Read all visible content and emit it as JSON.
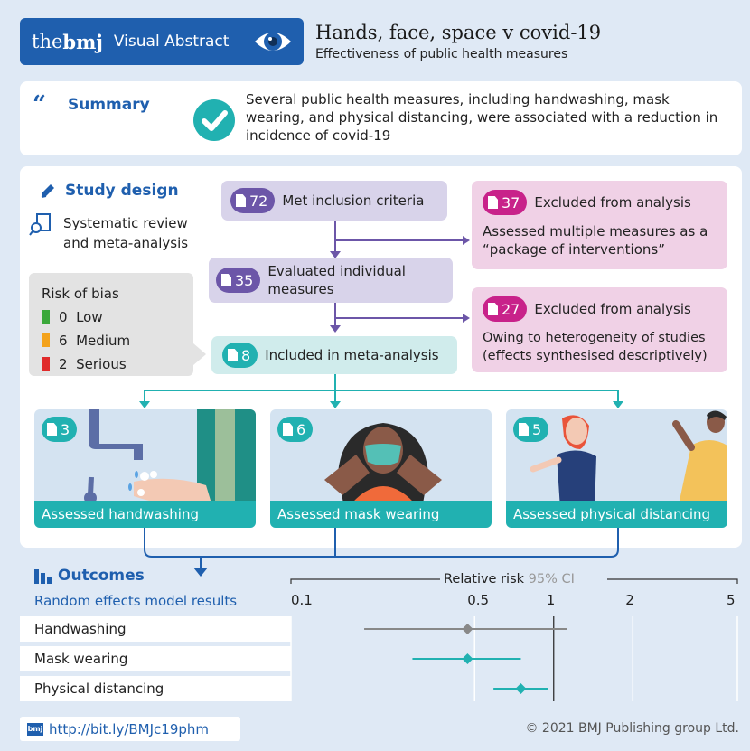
{
  "header": {
    "brand_the": "the",
    "brand_bmj": "bmj",
    "brand_label": "Visual Abstract",
    "title": "Hands, face, space v covid-19",
    "subtitle": "Effectiveness of public health measures"
  },
  "summary": {
    "heading": "Summary",
    "text": "Several public health measures, including handwashing, mask wearing, and physical distancing, were associated with a reduction in incidence of covid-19"
  },
  "design": {
    "heading": "Study design",
    "method": "Systematic review and meta-analysis",
    "risk_of_bias": {
      "title": "Risk of bias",
      "items": [
        {
          "count": "0",
          "label": "Low",
          "color": "#3aa83a"
        },
        {
          "count": "6",
          "label": "Medium",
          "color": "#f3a21b"
        },
        {
          "count": "2",
          "label": "Serious",
          "color": "#e02a2a"
        }
      ]
    },
    "met": {
      "count": "72",
      "label": "Met inclusion criteria"
    },
    "excluded1": {
      "count": "37",
      "label": "Excluded from analysis",
      "detail": "Assessed multiple measures as a “package of interventions”"
    },
    "evaluated": {
      "count": "35",
      "label": "Evaluated individual measures"
    },
    "excluded2": {
      "count": "27",
      "label": "Excluded from analysis",
      "detail": "Owing to heterogeneity of studies (effects synthesised descriptively)"
    },
    "included": {
      "count": "8",
      "label": "Included in meta-analysis"
    },
    "categories": [
      {
        "count": "3",
        "label": "Assessed handwashing"
      },
      {
        "count": "6",
        "label": "Assessed mask wearing"
      },
      {
        "count": "5",
        "label": "Assessed physical distancing"
      }
    ]
  },
  "outcomes": {
    "heading": "Outcomes",
    "subheading": "Random effects model results",
    "axis_title": "Relative risk",
    "ci_label": "95% CI",
    "ticks": [
      "0.1",
      "0.5",
      "1",
      "2",
      "5"
    ],
    "rows": [
      {
        "label": "Handwashing",
        "estimate": 0.47,
        "lower": 0.19,
        "upper": 1.12,
        "color": "#888888"
      },
      {
        "label": "Mask wearing",
        "estimate": 0.47,
        "lower": 0.29,
        "upper": 0.75,
        "color": "#21b1b1"
      },
      {
        "label": "Physical distancing",
        "estimate": 0.75,
        "lower": 0.59,
        "upper": 0.95,
        "color": "#21b1b1"
      }
    ]
  },
  "footer": {
    "link": "http://bit.ly/BMJc19phm",
    "copyright": "© 2021 BMJ Publishing group Ltd."
  },
  "colors": {
    "brand": "#1f5fae",
    "teal": "#21b1b1",
    "purple": "#6c56a8",
    "magenta": "#c8228a"
  }
}
